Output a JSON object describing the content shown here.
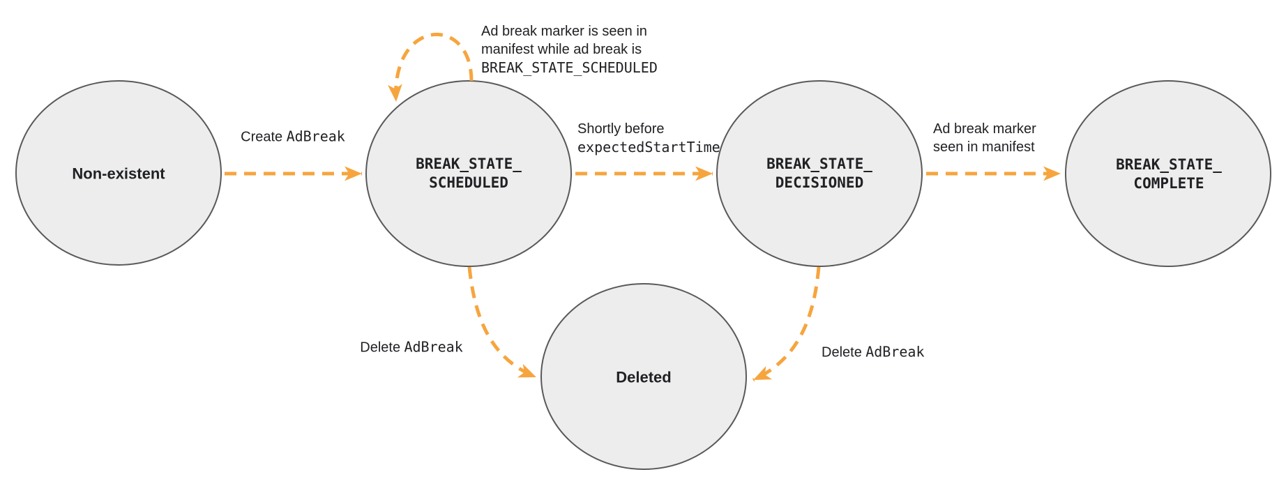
{
  "colors": {
    "accent": "#f6a53e",
    "node_fill": "#ededed",
    "node_stroke": "#595959",
    "text": "#202124",
    "background": "#ffffff"
  },
  "diagram": {
    "type": "state-machine",
    "states": {
      "non_existent": {
        "label": "Non-existent"
      },
      "scheduled": {
        "line1": "BREAK_STATE_",
        "line2": "SCHEDULED"
      },
      "decisioned": {
        "line1": "BREAK_STATE_",
        "line2": "DECISIONED"
      },
      "complete": {
        "line1": "BREAK_STATE_",
        "line2": "COMPLETE"
      },
      "deleted": {
        "label": "Deleted"
      }
    },
    "transitions": {
      "create": {
        "plain": "Create",
        "code": "AdBreak",
        "from": "non_existent",
        "to": "scheduled"
      },
      "self_loop": {
        "line1": "Ad break marker is seen in",
        "line2": "manifest while ad break is",
        "line3_code": "BREAK_STATE_SCHEDULED",
        "from": "scheduled",
        "to": "scheduled"
      },
      "shortly_before": {
        "line1": "Shortly before",
        "line2_code": "expectedStartTime",
        "from": "scheduled",
        "to": "decisioned"
      },
      "marker_seen": {
        "line1": "Ad break marker",
        "line2": "seen in manifest",
        "from": "decisioned",
        "to": "complete"
      },
      "delete_scheduled": {
        "plain": "Delete",
        "code": "AdBreak",
        "from": "scheduled",
        "to": "deleted"
      },
      "delete_decisioned": {
        "plain": "Delete",
        "code": "AdBreak",
        "from": "decisioned",
        "to": "deleted"
      }
    }
  }
}
